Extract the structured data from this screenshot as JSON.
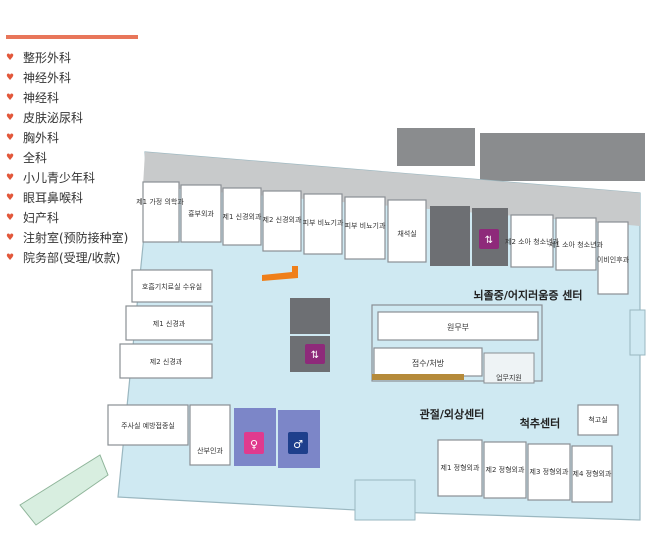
{
  "legend": {
    "items": [
      {
        "label": "整形外科"
      },
      {
        "label": "神经外科"
      },
      {
        "label": "神经科"
      },
      {
        "label": "皮肤泌尿科"
      },
      {
        "label": "胸外科"
      },
      {
        "label": "全科"
      },
      {
        "label": "小儿青少年科"
      },
      {
        "label": "眼耳鼻喉科"
      },
      {
        "label": "妇产科"
      },
      {
        "label": "注射室(预防接种室)"
      },
      {
        "label": "院务部(受理/收款)"
      }
    ]
  },
  "map": {
    "colors": {
      "floor": "#cfe9f2",
      "accent": "#e8765a",
      "heart": "#e2573b",
      "elevator": "#8e2a7a",
      "toilet_women": "#e03a8e",
      "toilet_men": "#1e3f8c",
      "toilet_bg": "#7c86c8",
      "stairs": "#6d6f73",
      "parking": "#8a8c8e"
    },
    "rooms": {
      "family": "제1 가정 의학과",
      "ent": "흉부외과",
      "neuro1": "제1 신경외과",
      "neuro2": "제2 신경외과",
      "derm1": "피부 비뇨기과",
      "derm2": "피부 비뇨기과",
      "dialysis": "채석실",
      "ped2": "제2 소아 청소년과",
      "ped1": "제1 소아 청소년과",
      "ent_vert": "이비인후과",
      "respiratory": "호흡기치료실 수유실",
      "neurology1": "제1 신경과",
      "neurology2": "제2 신경과",
      "injection": "주사실 예방접종실",
      "obgyn": "산부인과",
      "admin": "원무부",
      "reception": "접수/처방",
      "support": "업무지원",
      "ortho1": "제1 정형외과",
      "ortho2": "제2 정형외과",
      "ortho3": "제3 정형외과",
      "ortho4": "제4 정형외과",
      "spine_room": "척고실"
    },
    "centers": {
      "brain": "뇌졸중/어지러움증 센터",
      "joint": "관절/외상센터",
      "spine": "척추센터"
    }
  }
}
